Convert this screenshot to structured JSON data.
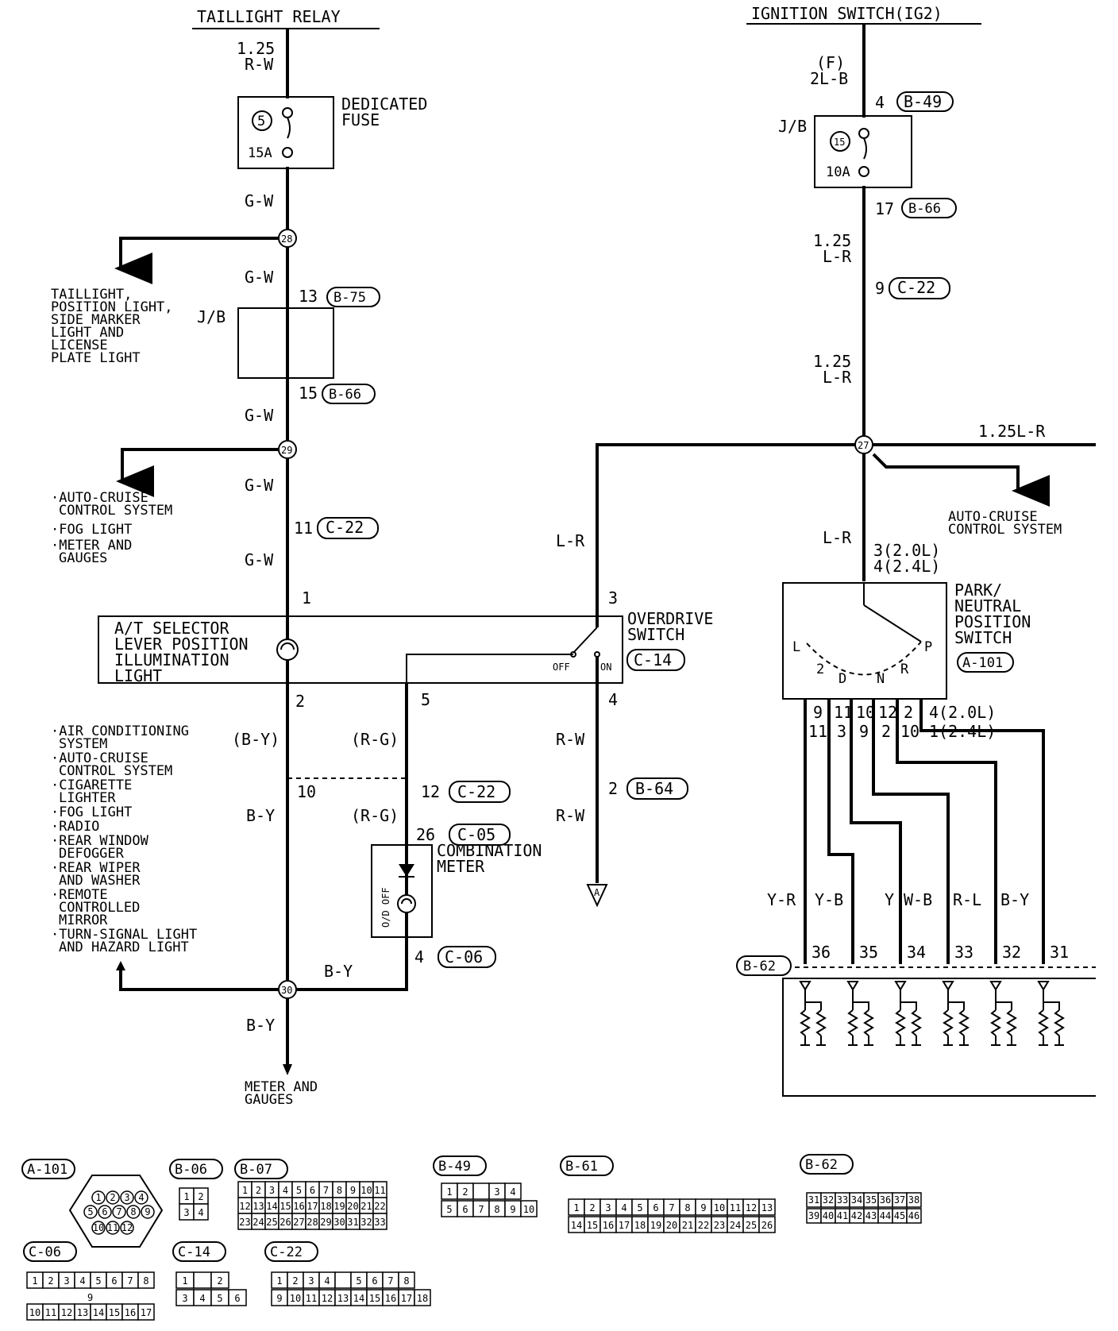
{
  "left": {
    "title": "TAILLIGHT RELAY",
    "wire_top_size": "1.25",
    "wire_top_color": "R-W",
    "fuse_name_1": "DEDICATED",
    "fuse_name_2": "FUSE",
    "fuse_number": "5",
    "fuse_rating": "15A",
    "wire_gw": "G-W",
    "junction_28": "28",
    "taillight_dest": [
      "TAILLIGHT,",
      "POSITION LIGHT,",
      "SIDE MARKER",
      "LIGHT AND",
      "LICENSE",
      "PLATE LIGHT"
    ],
    "jb_label": "J/B",
    "pin_13": "13",
    "conn_b75": "B-75",
    "pin_15": "15",
    "conn_b66": "B-66",
    "junction_29": "29",
    "dest_29": [
      "·AUTO-CRUISE",
      "CONTROL SYSTEM",
      "·FOG LIGHT",
      "·METER AND",
      "GAUGES"
    ],
    "pin_11": "11",
    "conn_c22": "C-22",
    "pin_1": "1",
    "selector_label": [
      "A/T SELECTOR",
      "LEVER POSITION",
      "ILLUMINATION",
      "LIGHT"
    ],
    "pin_2": "2",
    "wire_by_paren": "(B-Y)",
    "dest_30": [
      "·AIR CONDITIONING",
      "SYSTEM",
      "·AUTO-CRUISE",
      "CONTROL SYSTEM",
      "·CIGARETTE",
      "LIGHTER",
      "·FOG LIGHT",
      "·RADIO",
      "·REAR WINDOW",
      "DEFOGGER",
      "·REAR WIPER",
      "AND WASHER",
      "·REMOTE",
      "CONTROLLED",
      "MIRROR",
      "·TURN-SIGNAL LIGHT",
      "AND HAZARD LIGHT"
    ],
    "pin_10": "10",
    "wire_by": "B-Y",
    "junction_30": "30",
    "meter_dest": [
      "METER AND",
      "GAUGES"
    ]
  },
  "middle": {
    "pin_5": "5",
    "wire_rg": "(R-G)",
    "pin_12": "12",
    "conn_c22": "C-22",
    "pin_26": "26",
    "conn_c05": "C-05",
    "meter_label": [
      "COMBINATION",
      "METER"
    ],
    "od_off": "O/D OFF",
    "pin_4": "4",
    "conn_c06": "C-06",
    "wire_lr": "L-R",
    "pin_3": "3",
    "overdrive_label": [
      "OVERDRIVE",
      "SWITCH"
    ],
    "conn_c14": "C-14",
    "off": "OFF",
    "on": "ON",
    "pin_4b": "4",
    "wire_rw": "R-W",
    "pin_2": "2",
    "conn_b64": "B-64",
    "ground_a": "A"
  },
  "right": {
    "title": "IGNITION SWITCH(IG2)",
    "wire_f": "(F)",
    "wire_2lb": "2L-B",
    "pin_4": "4",
    "conn_b49": "B-49",
    "jb_label": "J/B",
    "fuse_number": "15",
    "fuse_rating": "10A",
    "pin_17": "17",
    "conn_b66": "B-66",
    "wire_size": "1.25",
    "wire_lr": "L-R",
    "pin_9": "9",
    "conn_c22": "C-22",
    "junction_27": "27",
    "branch_wire": "1.25L-R",
    "cruise_dest": [
      "AUTO-CRUISE",
      "CONTROL SYSTEM"
    ],
    "pins_top": [
      "3(2.0L)",
      "4(2.4L)"
    ],
    "switch_label": [
      "PARK/",
      "NEUTRAL",
      "POSITION",
      "SWITCH"
    ],
    "conn_a101": "A-101",
    "positions": [
      "L",
      "2",
      "D",
      "N",
      "R",
      "P"
    ],
    "pins_row1": [
      "9",
      "11",
      "10",
      "12",
      "2"
    ],
    "pin_row1_last": "4(2.0L)",
    "pins_row2": [
      "11",
      "3",
      "9",
      "2",
      "10"
    ],
    "pin_row2_last": "1(2.4L)",
    "wire_colors": [
      "Y-R",
      "Y-B",
      "Y",
      "W-B",
      "R-L",
      "B-Y"
    ],
    "ecu_pins": [
      "36",
      "35",
      "34",
      "33",
      "32",
      "31"
    ],
    "conn_b62": "B-62"
  },
  "connectors": {
    "a101": {
      "name": "A-101",
      "pins": [
        "1",
        "2",
        "3",
        "4",
        "5",
        "6",
        "7",
        "8",
        "9",
        "10",
        "11",
        "12"
      ]
    },
    "b06": {
      "name": "B-06",
      "pins": [
        "1",
        "2",
        "3",
        "4"
      ]
    },
    "b07": {
      "name": "B-07",
      "row1": [
        "1",
        "2",
        "3",
        "4",
        "5",
        "6",
        "7",
        "8",
        "9",
        "10",
        "11"
      ],
      "row2": [
        "12",
        "13",
        "14",
        "15",
        "16",
        "17",
        "18",
        "19",
        "20",
        "21",
        "22"
      ],
      "row3": [
        "23",
        "24",
        "25",
        "26",
        "27",
        "28",
        "29",
        "30",
        "31",
        "32",
        "33"
      ]
    },
    "b49": {
      "name": "B-49",
      "row1": [
        "1",
        "2",
        "",
        "3",
        "4"
      ],
      "row2": [
        "5",
        "6",
        "7",
        "8",
        "9",
        "10"
      ]
    },
    "b61": {
      "name": "B-61",
      "row1": [
        "1",
        "2",
        "3",
        "4",
        "5",
        "6",
        "7",
        "8",
        "9",
        "10",
        "11",
        "12",
        "13"
      ],
      "row2": [
        "14",
        "15",
        "16",
        "17",
        "18",
        "19",
        "20",
        "21",
        "22",
        "23",
        "24",
        "25",
        "26"
      ]
    },
    "b62": {
      "name": "B-62",
      "row1": [
        "31",
        "32",
        "33",
        "34",
        "35",
        "36",
        "37",
        "38"
      ],
      "row2": [
        "39",
        "40",
        "41",
        "42",
        "43",
        "44",
        "45",
        "46"
      ]
    },
    "c06": {
      "name": "C-06",
      "row1": [
        "1",
        "2",
        "3",
        "4",
        "5",
        "6",
        "7",
        "8"
      ],
      "mid": "9",
      "row2": [
        "10",
        "11",
        "12",
        "13",
        "14",
        "15",
        "16",
        "17"
      ]
    },
    "c14": {
      "name": "C-14",
      "row1": [
        "1",
        "",
        "2"
      ],
      "row2": [
        "3",
        "4",
        "5",
        "6"
      ]
    },
    "c22": {
      "name": "C-22",
      "row1": [
        "1",
        "2",
        "3",
        "4",
        "",
        "5",
        "6",
        "7",
        "8"
      ],
      "row2": [
        "9",
        "10",
        "11",
        "12",
        "13",
        "14",
        "15",
        "16",
        "17",
        "18"
      ]
    }
  }
}
